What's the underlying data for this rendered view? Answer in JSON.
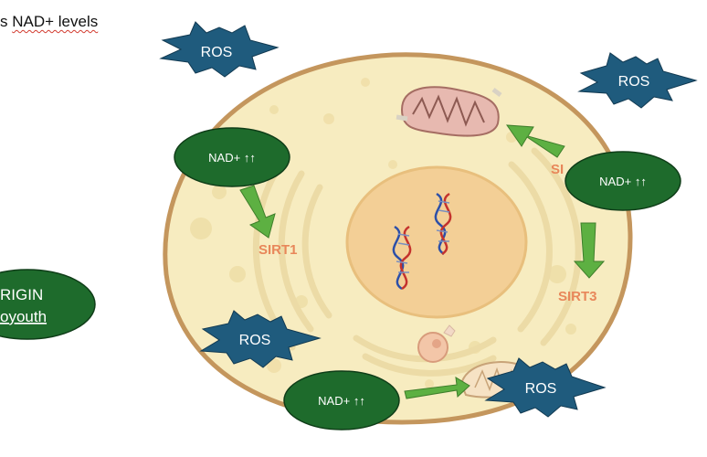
{
  "header": {
    "title_prefix": "s",
    "title_main": "NAD+ levels"
  },
  "badges": {
    "ros": "ROS",
    "nad": "NAD+ ↑↑"
  },
  "labels": {
    "sirt1": "SIRT1",
    "sirt3": "SIRT3",
    "sirt_partial": "SI"
  },
  "left_bubble": {
    "line1": "RIGIN",
    "line2": "oyouth"
  },
  "colors": {
    "cell_fill": "#f7ecc0",
    "cell_border": "#c4965d",
    "nucleus_fill": "#f3cf96",
    "nad_bubble": "#1e6b2c",
    "ros_star": "#1f5b7d",
    "arrow_green": "#5db042",
    "sirt_label": "#e8875a"
  }
}
